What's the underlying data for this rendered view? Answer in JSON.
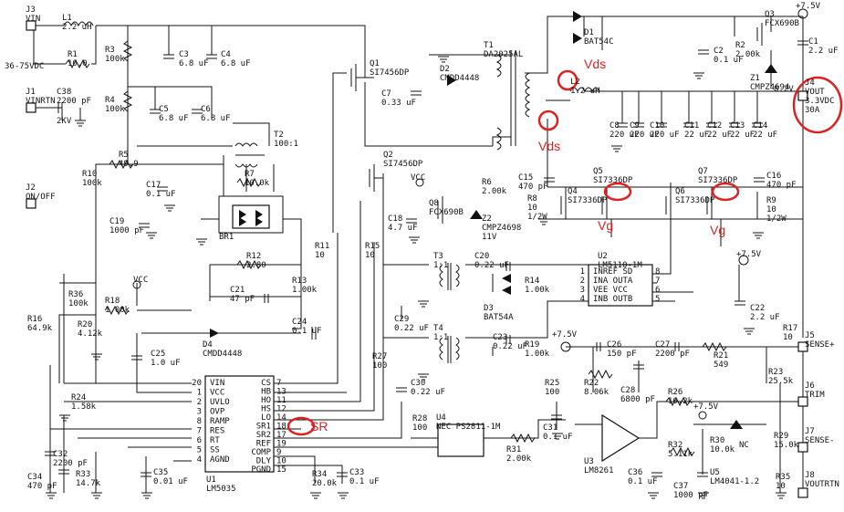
{
  "connectors": [
    {
      "ref": "J3",
      "lines": [
        "VIN"
      ]
    },
    {
      "ref": "J1",
      "lines": [
        "VINRTN"
      ]
    },
    {
      "ref": "J2",
      "lines": [
        "ON/OFF"
      ]
    },
    {
      "ref": "J4",
      "lines": [
        "VOUT",
        "3.3VDC",
        "30A"
      ]
    },
    {
      "ref": "J5",
      "lines": [
        "SENSE+"
      ]
    },
    {
      "ref": "J6",
      "lines": [
        "TRIM"
      ]
    },
    {
      "ref": "J7",
      "lines": [
        "SENSE-"
      ]
    },
    {
      "ref": "J8",
      "lines": [
        "VOUTRTN"
      ]
    }
  ],
  "input_range": "36-75VDC",
  "supply_labels": {
    "vcc": "VCC",
    "v75": "+7.5V"
  },
  "components": [
    {
      "ref": "L1",
      "value": "2.2 uH"
    },
    {
      "ref": "R1",
      "value": "10.0"
    },
    {
      "ref": "C38",
      "value": "2200 pF"
    },
    {
      "ref": "C38_rating",
      "value": "2KV"
    },
    {
      "ref": "R3",
      "value": "100k"
    },
    {
      "ref": "R4",
      "value": "100k"
    },
    {
      "ref": "C3",
      "value": "6.8 uF"
    },
    {
      "ref": "C4",
      "value": "6.8 uF"
    },
    {
      "ref": "C5",
      "value": "6.8 uF"
    },
    {
      "ref": "C6",
      "value": "6.8 uF"
    },
    {
      "ref": "Q1",
      "value": "SI7456DP"
    },
    {
      "ref": "C7",
      "value": "0.33 uF"
    },
    {
      "ref": "D2",
      "value": "CMDD4448"
    },
    {
      "ref": "T1",
      "value": "DA2025AL"
    },
    {
      "ref": "D1",
      "value": "BAT54C"
    },
    {
      "ref": "L2",
      "value": "1.2 uH"
    },
    {
      "ref": "C2",
      "value": "0.1 uF"
    },
    {
      "ref": "R2",
      "value": "2.00k"
    },
    {
      "ref": "Q3",
      "value": "FCX690B"
    },
    {
      "ref": "Z1",
      "value": "CMPZ4694"
    },
    {
      "ref": "Z1_v",
      "value": "8.2V"
    },
    {
      "ref": "C1",
      "value": "2.2 uF"
    },
    {
      "ref": "C8",
      "value": "220 uF"
    },
    {
      "ref": "C9",
      "value": "220 uF"
    },
    {
      "ref": "C10",
      "value": "220 uF"
    },
    {
      "ref": "C11",
      "value": "22 uF"
    },
    {
      "ref": "C12",
      "value": "22 uF"
    },
    {
      "ref": "C13",
      "value": "22 uF"
    },
    {
      "ref": "C14",
      "value": "22 uF"
    },
    {
      "ref": "T2",
      "value": "100:1"
    },
    {
      "ref": "R5",
      "value": "49.9"
    },
    {
      "ref": "R10",
      "value": "100k"
    },
    {
      "ref": "C17",
      "value": "0.1 uF"
    },
    {
      "ref": "C19",
      "value": "1000 pF"
    },
    {
      "ref": "R7",
      "value": "10.0k"
    },
    {
      "ref": "BR1",
      "value": ""
    },
    {
      "ref": "Q2",
      "value": "SI7456DP"
    },
    {
      "ref": "Q8",
      "value": "FCX690B"
    },
    {
      "ref": "R6",
      "value": "2.00k"
    },
    {
      "ref": "Z2",
      "value": "CMPZ4698"
    },
    {
      "ref": "Z2_v",
      "value": "11V"
    },
    {
      "ref": "C18",
      "value": "4.7 uF"
    },
    {
      "ref": "C15",
      "value": "470 pF"
    },
    {
      "ref": "R8",
      "value": "10"
    },
    {
      "ref": "R8_w",
      "value": "1/2W"
    },
    {
      "ref": "Q4",
      "value": "SI7336DP"
    },
    {
      "ref": "Q5",
      "value": "SI7336DP"
    },
    {
      "ref": "Q6",
      "value": "SI7336DP"
    },
    {
      "ref": "Q7",
      "value": "SI7336DP"
    },
    {
      "ref": "C16",
      "value": "470 pF"
    },
    {
      "ref": "R9",
      "value": "10"
    },
    {
      "ref": "R9_w",
      "value": "1/2W"
    },
    {
      "ref": "R11",
      "value": "10"
    },
    {
      "ref": "R15",
      "value": "10"
    },
    {
      "ref": "R12",
      "value": "2.80"
    },
    {
      "ref": "R13",
      "value": "1.00k"
    },
    {
      "ref": "C21",
      "value": "47 pF"
    },
    {
      "ref": "R36",
      "value": "100k"
    },
    {
      "ref": "R18",
      "value": "1.00k"
    },
    {
      "ref": "R20",
      "value": "4.12k"
    },
    {
      "ref": "R16",
      "value": "64.9k"
    },
    {
      "ref": "D4",
      "value": "CMDD4448"
    },
    {
      "ref": "C24",
      "value": "0.1 uF"
    },
    {
      "ref": "C25",
      "value": "1.0 uF"
    },
    {
      "ref": "R24",
      "value": "1.58k"
    },
    {
      "ref": "C29",
      "value": "0.22 uF"
    },
    {
      "ref": "R27",
      "value": "100"
    },
    {
      "ref": "C30",
      "value": "0.22 uF"
    },
    {
      "ref": "R28",
      "value": "100"
    },
    {
      "ref": "T3",
      "value": "1:1"
    },
    {
      "ref": "T4",
      "value": "1:1"
    },
    {
      "ref": "C20",
      "value": "0.22 uF"
    },
    {
      "ref": "C23",
      "value": "0.22 uF"
    },
    {
      "ref": "D3",
      "value": "BAT54A"
    },
    {
      "ref": "R14",
      "value": "1.00k"
    },
    {
      "ref": "R19",
      "value": "1.00k"
    },
    {
      "ref": "U2",
      "value": "LM5110-1M"
    },
    {
      "ref": "C22",
      "value": "2.2 uF"
    },
    {
      "ref": "R17",
      "value": "10"
    },
    {
      "ref": "C26",
      "value": "150 pF"
    },
    {
      "ref": "C27",
      "value": "2200 pF"
    },
    {
      "ref": "R21",
      "value": "549"
    },
    {
      "ref": "R22",
      "value": "8.06k"
    },
    {
      "ref": "C28",
      "value": "6800 pF"
    },
    {
      "ref": "R25",
      "value": "100"
    },
    {
      "ref": "C31",
      "value": "0.1 uF"
    },
    {
      "ref": "R26",
      "value": "10.2k"
    },
    {
      "ref": "U3",
      "value": "LM8261"
    },
    {
      "ref": "R23",
      "value": "25.5k"
    },
    {
      "ref": "R29",
      "value": "15.0k"
    },
    {
      "ref": "R35",
      "value": "10"
    },
    {
      "ref": "R32",
      "value": "5.11k"
    },
    {
      "ref": "R30",
      "value": "10.0k"
    },
    {
      "ref": "U5",
      "value": "LM4041-1.2"
    },
    {
      "ref": "U5_nc",
      "value": "NC"
    },
    {
      "ref": "C36",
      "value": "0.1 uF"
    },
    {
      "ref": "C37",
      "value": "1000 pF"
    },
    {
      "ref": "U4",
      "value": "NEC PS2811-1M"
    },
    {
      "ref": "R31",
      "value": "2.00k"
    },
    {
      "ref": "C32",
      "value": "2200 pF"
    },
    {
      "ref": "C34",
      "value": "470 pF"
    },
    {
      "ref": "R33",
      "value": "14.7k"
    },
    {
      "ref": "C35",
      "value": "0.01 uF"
    },
    {
      "ref": "R34",
      "value": "20.0k"
    },
    {
      "ref": "C33",
      "value": "0.1 uF"
    },
    {
      "ref": "U1",
      "value": "LM5035"
    }
  ],
  "u1_pins_left": [
    {
      "name": "VIN",
      "num": "20"
    },
    {
      "name": "VCC",
      "num": "1"
    },
    {
      "name": "UVLO",
      "num": "2"
    },
    {
      "name": "OVP",
      "num": "3"
    },
    {
      "name": "RAMP",
      "num": "8"
    },
    {
      "name": "RES",
      "num": "7"
    },
    {
      "name": "RT",
      "num": "6"
    },
    {
      "name": "SS",
      "num": "5"
    },
    {
      "name": "AGND",
      "num": "4"
    }
  ],
  "u1_pins_right": [
    {
      "name": "CS",
      "num": "7"
    },
    {
      "name": "HB",
      "num": "13"
    },
    {
      "name": "HO",
      "num": "11"
    },
    {
      "name": "HS",
      "num": "12"
    },
    {
      "name": "LO",
      "num": "14"
    },
    {
      "name": "SR1",
      "num": "18"
    },
    {
      "name": "SR2",
      "num": "17"
    },
    {
      "name": "REF",
      "num": "19"
    },
    {
      "name": "COMP",
      "num": "9"
    },
    {
      "name": "DLY",
      "num": "10"
    },
    {
      "name": "PGND",
      "num": "15"
    }
  ],
  "u2_pins_left": [
    {
      "name": "INREF SD",
      "num": "1"
    },
    {
      "name": "INA OUTA",
      "num": "2"
    },
    {
      "name": "VEE VCC",
      "num": "3"
    },
    {
      "name": "INB OUTB",
      "num": "4"
    }
  ],
  "u2_pins_right": [
    "8",
    "7",
    "6",
    "5"
  ],
  "annotations": [
    "Vds",
    "Vds",
    "Vg",
    "Vg",
    "SR"
  ],
  "colors": {
    "ink": "#111111",
    "annotation": "#e02020",
    "background": "#ffffff"
  }
}
